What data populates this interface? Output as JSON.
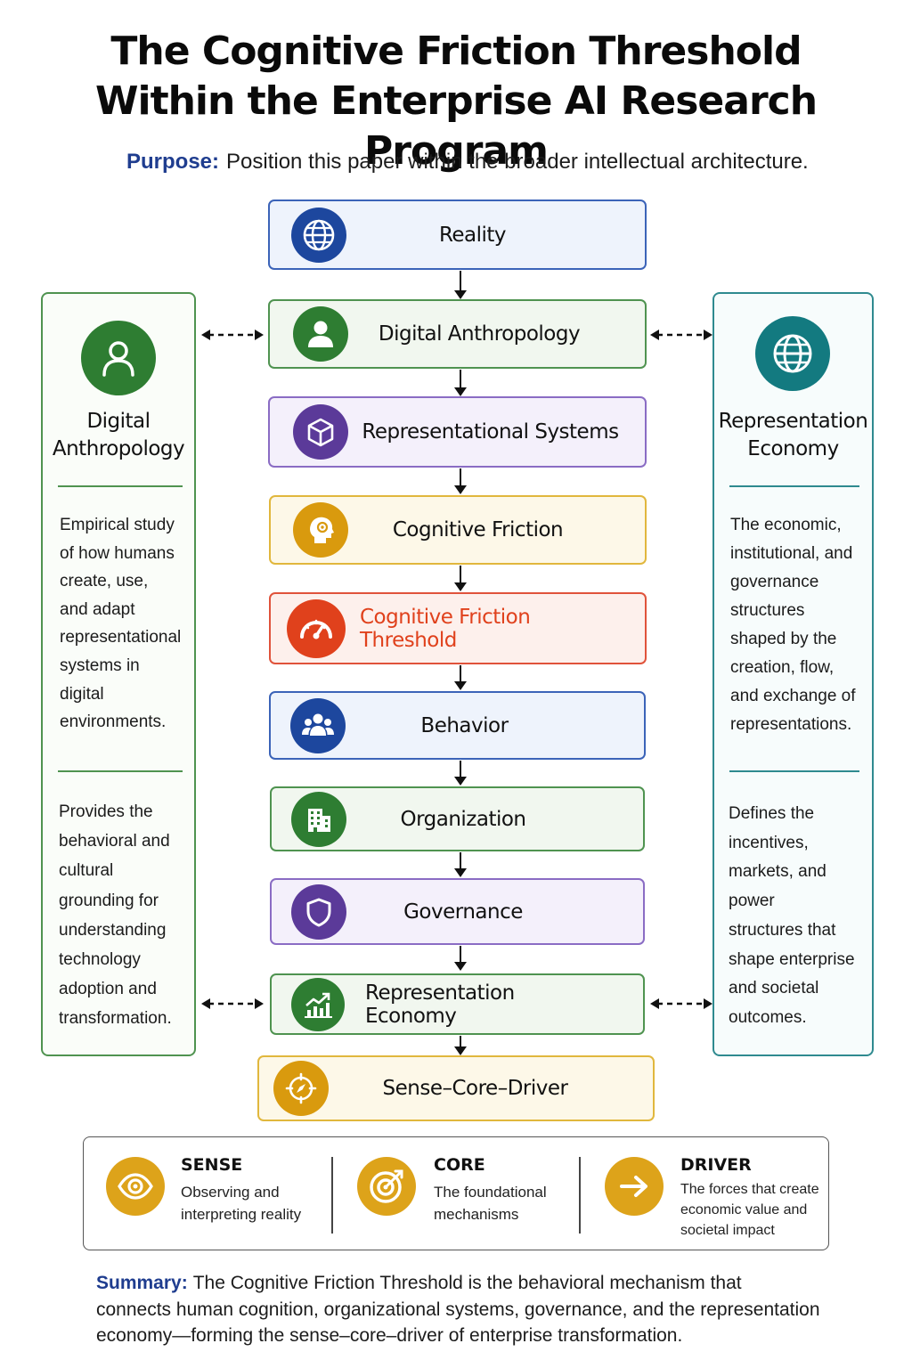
{
  "title_line1": "The Cognitive Friction Threshold",
  "title_line2": "Within the Enterprise AI Research Program",
  "purpose": {
    "label": "Purpose:",
    "text": "Position this paper within the broader intellectual architecture."
  },
  "flow": [
    {
      "label": "Reality",
      "icon": "globe-icon"
    },
    {
      "label": "Digital Anthropology",
      "icon": "person-icon"
    },
    {
      "label": "Representational Systems",
      "icon": "cube-icon"
    },
    {
      "label": "Cognitive Friction",
      "icon": "head-icon"
    },
    {
      "label": "Cognitive Friction Threshold",
      "icon": "gauge-icon",
      "color": "#e0411c"
    },
    {
      "label": "Behavior",
      "icon": "people-icon"
    },
    {
      "label": "Organization",
      "icon": "building-icon"
    },
    {
      "label": "Governance",
      "icon": "shield-icon"
    },
    {
      "label": "Representation Economy",
      "icon": "growth-chart-icon"
    },
    {
      "label": "Sense–Core–Driver",
      "icon": "target-compass-icon"
    }
  ],
  "left_panel": {
    "title_line1": "Digital",
    "title_line2": "Anthropology",
    "icon": "person-icon",
    "text1": [
      "Empirical study",
      "of how humans",
      "create, use,",
      "and adapt",
      "representational",
      "systems in",
      "digital",
      "environments."
    ],
    "text2": [
      "Provides the",
      "behavioral and",
      "cultural",
      "grounding for",
      "understanding",
      "technology",
      "adoption and",
      "transformation."
    ]
  },
  "right_panel": {
    "title_line1": "Representation",
    "title_line2": "Economy",
    "icon": "globe-icon",
    "text1": [
      "The economic,",
      "institutional, and",
      "governance",
      "structures",
      "shaped by the",
      "creation, flow,",
      "and exchange of",
      "representations."
    ],
    "text2": [
      "Defines the",
      "incentives,",
      "markets, and",
      "power",
      "structures that",
      "shape enterprise",
      "and societal",
      "outcomes."
    ]
  },
  "legend": [
    {
      "name": "SENSE",
      "desc": [
        "Observing and",
        "interpreting reality"
      ],
      "icon": "eye-icon"
    },
    {
      "name": "CORE",
      "desc": [
        "The foundational",
        "mechanisms"
      ],
      "icon": "target-icon"
    },
    {
      "name": "DRIVER",
      "desc": [
        "The forces that create",
        "economic value and",
        "societal impact"
      ],
      "icon": "arrow-right-icon"
    }
  ],
  "summary": {
    "label": "Summary:",
    "line1": "The Cognitive Friction Threshold is the behavioral mechanism that",
    "line2": "connects human cognition, organizational systems, governance, and the representation",
    "line3": "economy—forming the sense–core–driver of enterprise transformation."
  }
}
